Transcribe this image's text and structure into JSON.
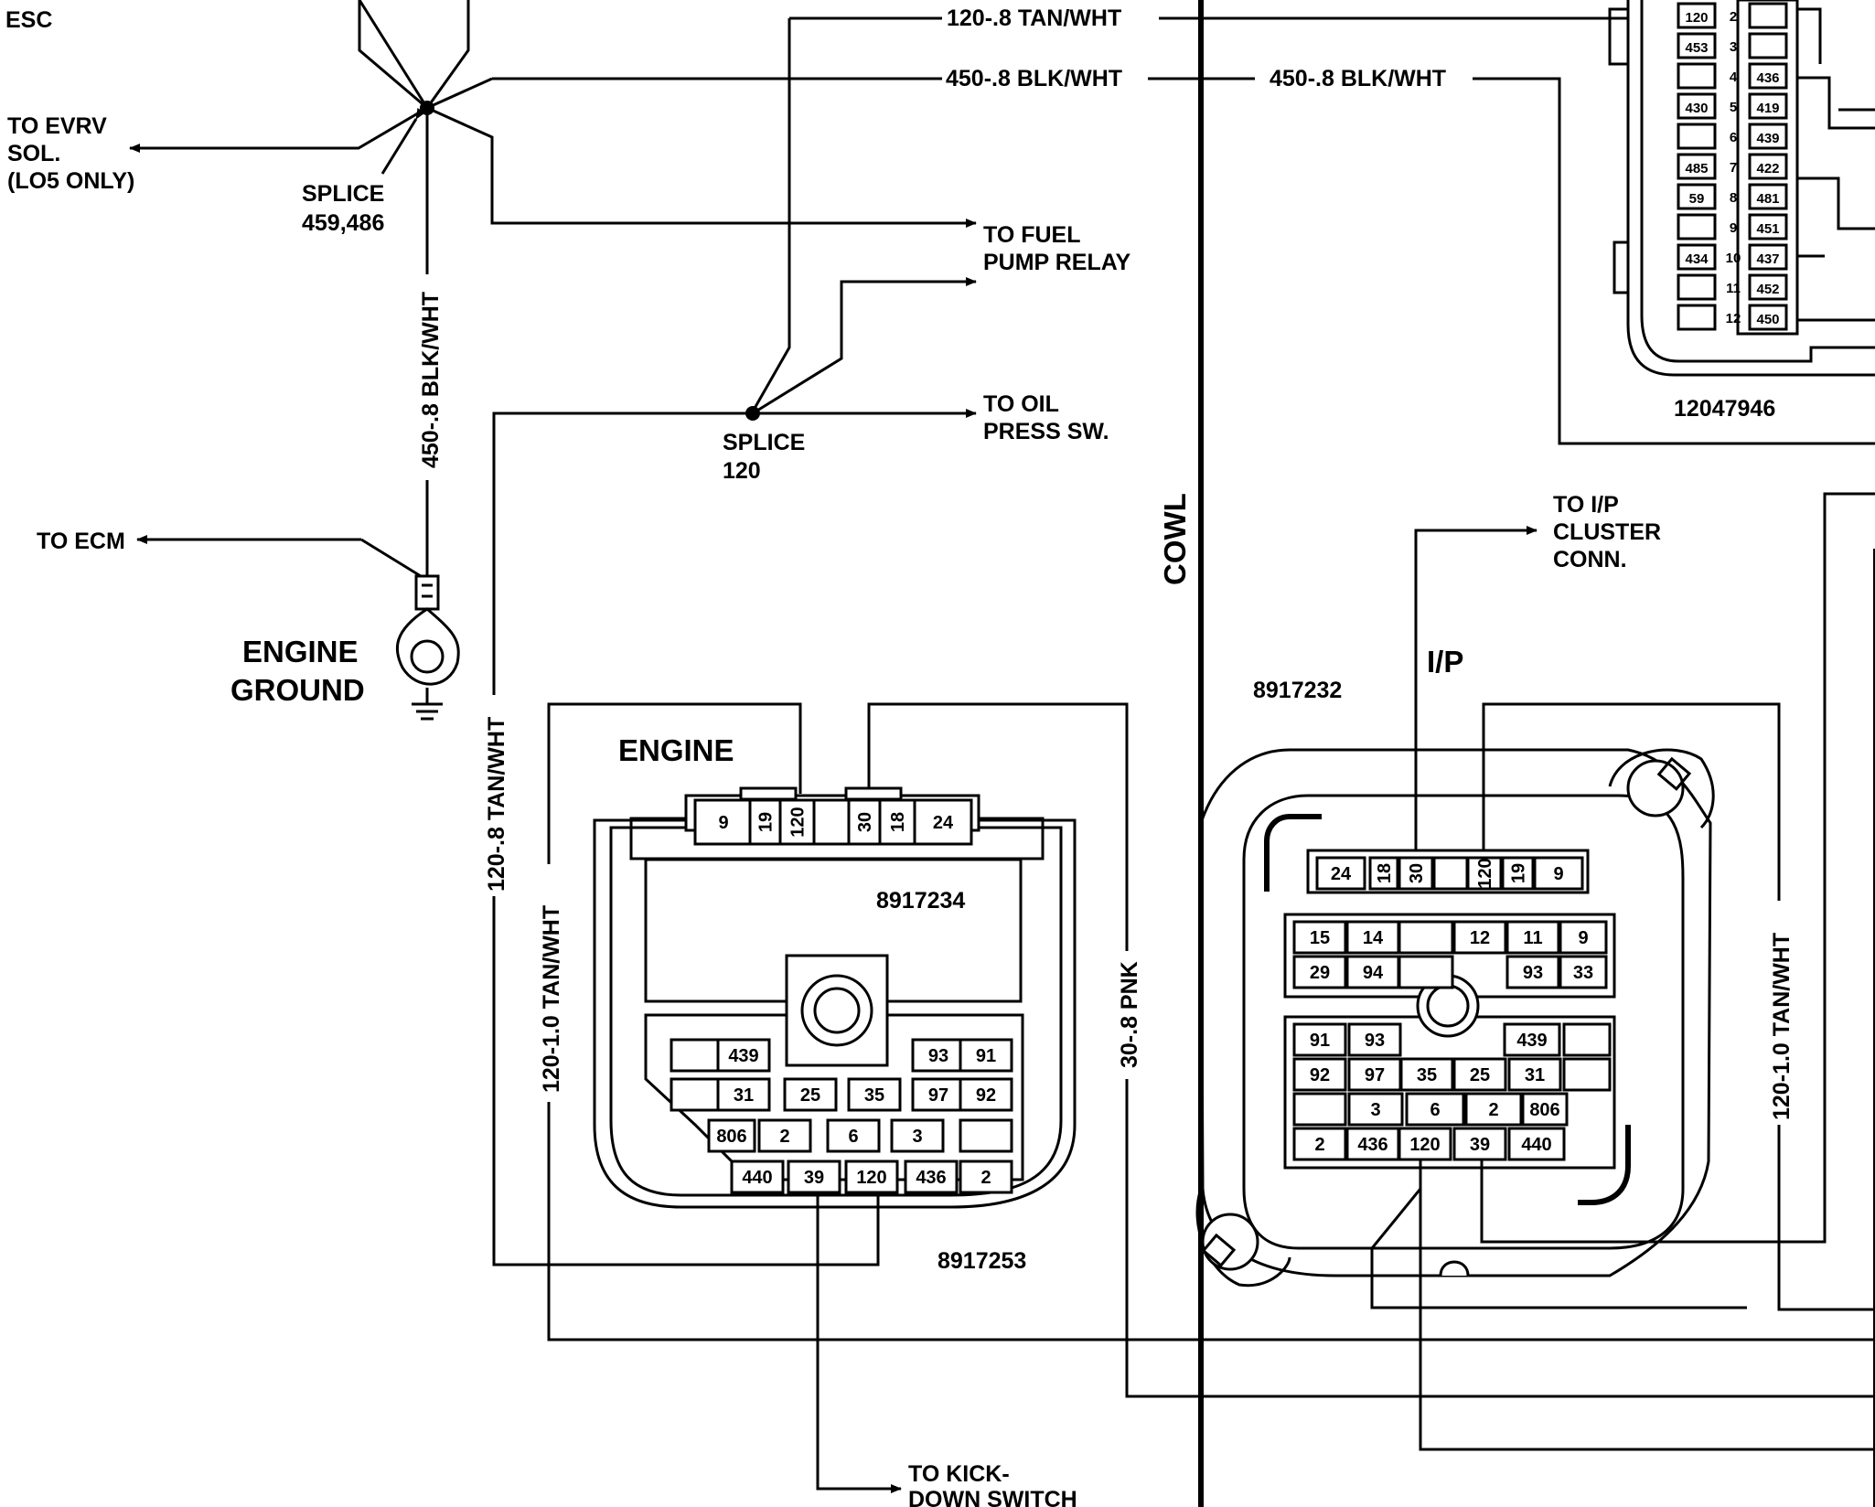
{
  "wires": {
    "tan_top": "120-.8 TAN/WHT",
    "blk_top": "450-.8 BLK/WHT",
    "blk_right": "450-.8 BLK/WHT",
    "blk_vertical": "450-.8 BLK/WHT",
    "tan_vertical": "120-.8 TAN/WHT",
    "tan_engine": "120-1.0 TAN/WHT",
    "pnk": "30-.8 PNK",
    "tan_ip": "120-1.0 TAN/WHT"
  },
  "labels": {
    "esc": "ESC",
    "evrv_1": "TO EVRV",
    "evrv_2": "SOL.",
    "evrv_3": "(LO5 ONLY)",
    "splice_459_1": "SPLICE",
    "splice_459_2": "459,486",
    "fuel_1": "TO FUEL",
    "fuel_2": "PUMP RELAY",
    "oil_1": "TO OIL",
    "oil_2": "PRESS SW.",
    "splice_120_1": "SPLICE",
    "splice_120_2": "120",
    "ecm": "TO ECM",
    "ground_1": "ENGINE",
    "ground_2": "GROUND",
    "cowl": "COWL",
    "cluster_1": "TO I/P",
    "cluster_2": "CLUSTER",
    "cluster_3": "CONN.",
    "ip": "I/P",
    "ip_part": "8917232",
    "engine": "ENGINE",
    "engine_part_a": "8917234",
    "engine_part_b": "8917253",
    "kick_1": "TO KICK-",
    "kick_2": "DOWN SWITCH",
    "fuse_part": "12047946"
  },
  "engine_top_pins": [
    "9",
    "19",
    "120",
    "",
    "30",
    "18",
    "24"
  ],
  "engine_bottom_rows": [
    [
      "",
      "439",
      "",
      "93",
      "91"
    ],
    [
      "",
      "31",
      "25",
      "35",
      "97",
      "92"
    ],
    [
      "806",
      "2",
      "6",
      "3",
      ""
    ],
    [
      "440",
      "39",
      "120",
      "436",
      "2"
    ]
  ],
  "ip_top_pins": [
    "24",
    "18",
    "30",
    "",
    "120",
    "19",
    "9"
  ],
  "ip_mid_rows": [
    [
      "15",
      "14",
      "",
      "12",
      "11",
      "9"
    ],
    [
      "29",
      "94",
      "",
      "93",
      "33"
    ]
  ],
  "ip_bottom_rows": [
    [
      "91",
      "93",
      "",
      "439",
      ""
    ],
    [
      "92",
      "97",
      "35",
      "25",
      "31",
      ""
    ],
    [
      "",
      "3",
      "6",
      "2",
      "806"
    ],
    [
      "2",
      "436",
      "120",
      "39",
      "440"
    ]
  ],
  "fuse_rows": [
    {
      "left": "120",
      "num": "2",
      "right": ""
    },
    {
      "left": "453",
      "num": "3",
      "right": ""
    },
    {
      "left": "",
      "num": "4",
      "right": "436"
    },
    {
      "left": "430",
      "num": "5",
      "right": "419"
    },
    {
      "left": "",
      "num": "6",
      "right": "439"
    },
    {
      "left": "485",
      "num": "7",
      "right": "422"
    },
    {
      "left": "59",
      "num": "8",
      "right": "481"
    },
    {
      "left": "",
      "num": "9",
      "right": "451"
    },
    {
      "left": "434",
      "num": "10",
      "right": "437"
    },
    {
      "left": "",
      "num": "11",
      "right": "452"
    },
    {
      "left": "",
      "num": "12",
      "right": "450"
    }
  ]
}
